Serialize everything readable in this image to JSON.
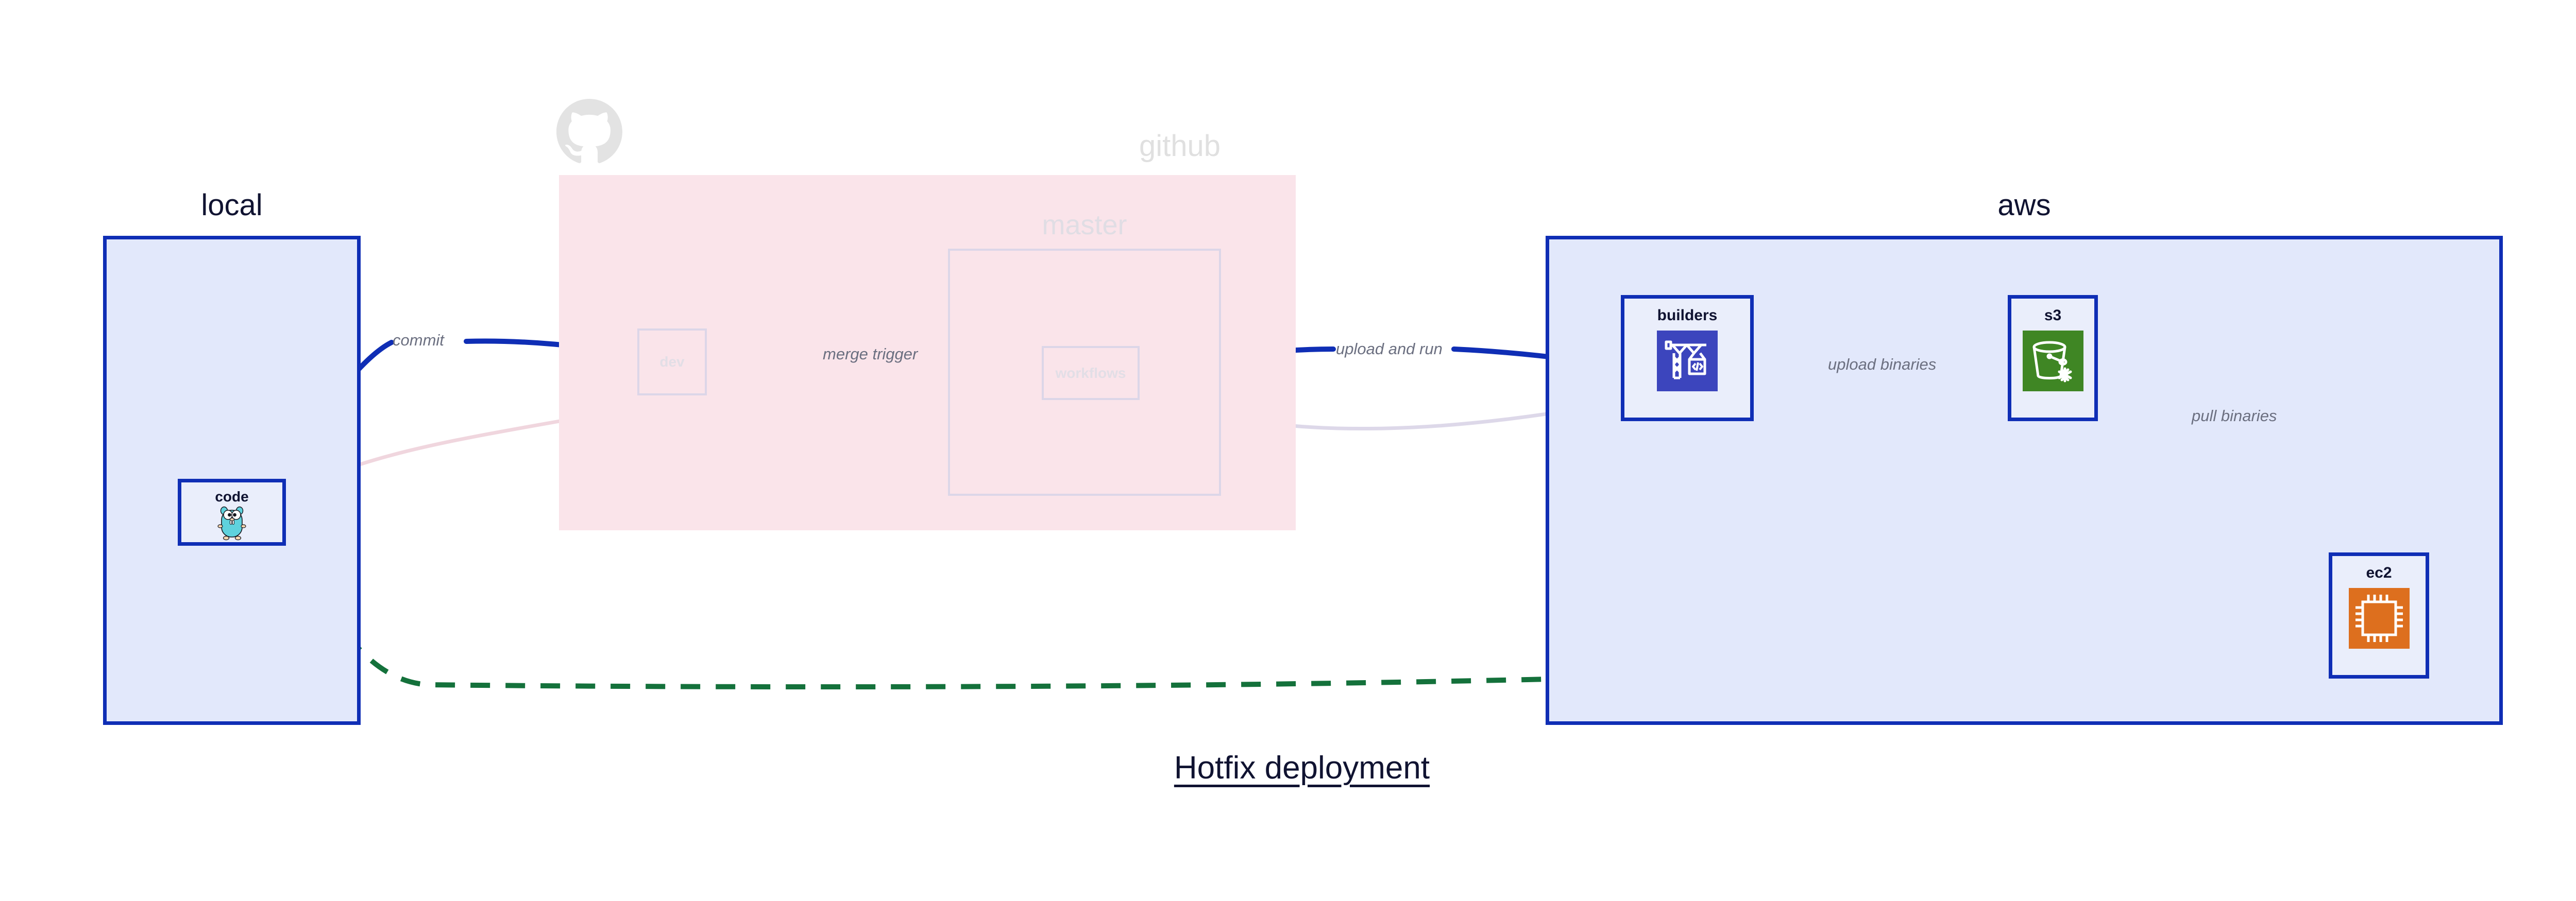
{
  "diagram": {
    "title": "Hotfix deployment",
    "background": "#ffffff",
    "accent_blue": "#0f2eb5",
    "accent_green": "#14713b",
    "faded_pink": "#fae4ea",
    "faded_lavender": "#dcd6e8",
    "container_fill": "#e2e8fb",
    "node_fill": "#eaeefb",
    "label_gray": "#6b6f80",
    "text_dark": "#101331"
  },
  "containers": [
    {
      "id": "local",
      "label": "local",
      "state": "active",
      "fill": "#e2e8fb",
      "border": "#0f2eb5"
    },
    {
      "id": "github",
      "label": "github",
      "state": "faded",
      "fill": "#fae4ea",
      "border": "none",
      "logo_icon": "github-octocat-icon"
    },
    {
      "id": "master",
      "label": "master",
      "state": "faded",
      "fill": "transparent",
      "border": "#dcd6e8"
    },
    {
      "id": "aws",
      "label": "aws",
      "state": "active",
      "fill": "#e2e8fb",
      "border": "#0f2eb5"
    }
  ],
  "nodes": [
    {
      "id": "code",
      "label": "code",
      "parent": "local",
      "state": "active",
      "icon": "go-gopher-icon",
      "icon_color": "#5fd2dd"
    },
    {
      "id": "dev",
      "label": "dev",
      "parent": "github",
      "state": "faded",
      "icon": "none"
    },
    {
      "id": "workflows",
      "label": "workflows",
      "parent": "master",
      "state": "faded",
      "icon": "none"
    },
    {
      "id": "builders",
      "label": "builders",
      "parent": "aws",
      "state": "active",
      "icon": "aws-codebuild-crane-icon",
      "icon_color": "#3c45bd"
    },
    {
      "id": "s3",
      "label": "s3",
      "parent": "aws",
      "state": "active",
      "icon": "aws-s3-bucket-glacier-icon",
      "icon_color": "#3f8624"
    },
    {
      "id": "ec2",
      "label": "ec2",
      "parent": "aws",
      "state": "active",
      "icon": "aws-ec2-cpu-chip-icon",
      "icon_color": "#dd6f1e"
    }
  ],
  "edges": [
    {
      "id": "commit",
      "label": "commit",
      "from": "code",
      "to": "dev",
      "style": "solid",
      "color": "#0f2eb5",
      "state": "active"
    },
    {
      "id": "merge-trigger",
      "label": "merge trigger",
      "from": "dev",
      "to": "workflows",
      "style": "solid",
      "color": "#0f2eb5",
      "state": "active"
    },
    {
      "id": "upload-and-run",
      "label": "upload and run",
      "from": "workflows",
      "to": "builders",
      "style": "solid",
      "color": "#0f2eb5",
      "state": "active"
    },
    {
      "id": "upload-binaries",
      "label": "upload binaries",
      "from": "builders",
      "to": "s3",
      "style": "solid",
      "color": "#0f2eb5",
      "state": "active"
    },
    {
      "id": "pull-binaries",
      "label": "pull binaries",
      "from": "s3",
      "to": "ec2",
      "style": "solid",
      "color": "#0f2eb5",
      "state": "active"
    },
    {
      "id": "hotfix-direct",
      "label": "",
      "from": "code",
      "to": "ec2",
      "style": "dashed",
      "color": "#14713b",
      "state": "active"
    },
    {
      "id": "faded-code-dev",
      "label": "",
      "from": "code",
      "to": "dev",
      "style": "solid",
      "color": "#f0d6de",
      "state": "faded"
    },
    {
      "id": "faded-dev-workflows",
      "label": "",
      "from": "dev",
      "to": "workflows",
      "style": "solid",
      "color": "#ddd8e9",
      "state": "faded"
    },
    {
      "id": "faded-workflows-builders",
      "label": "",
      "from": "workflows",
      "to": "builders",
      "style": "solid",
      "color": "#ddd8e9",
      "state": "faded"
    }
  ]
}
